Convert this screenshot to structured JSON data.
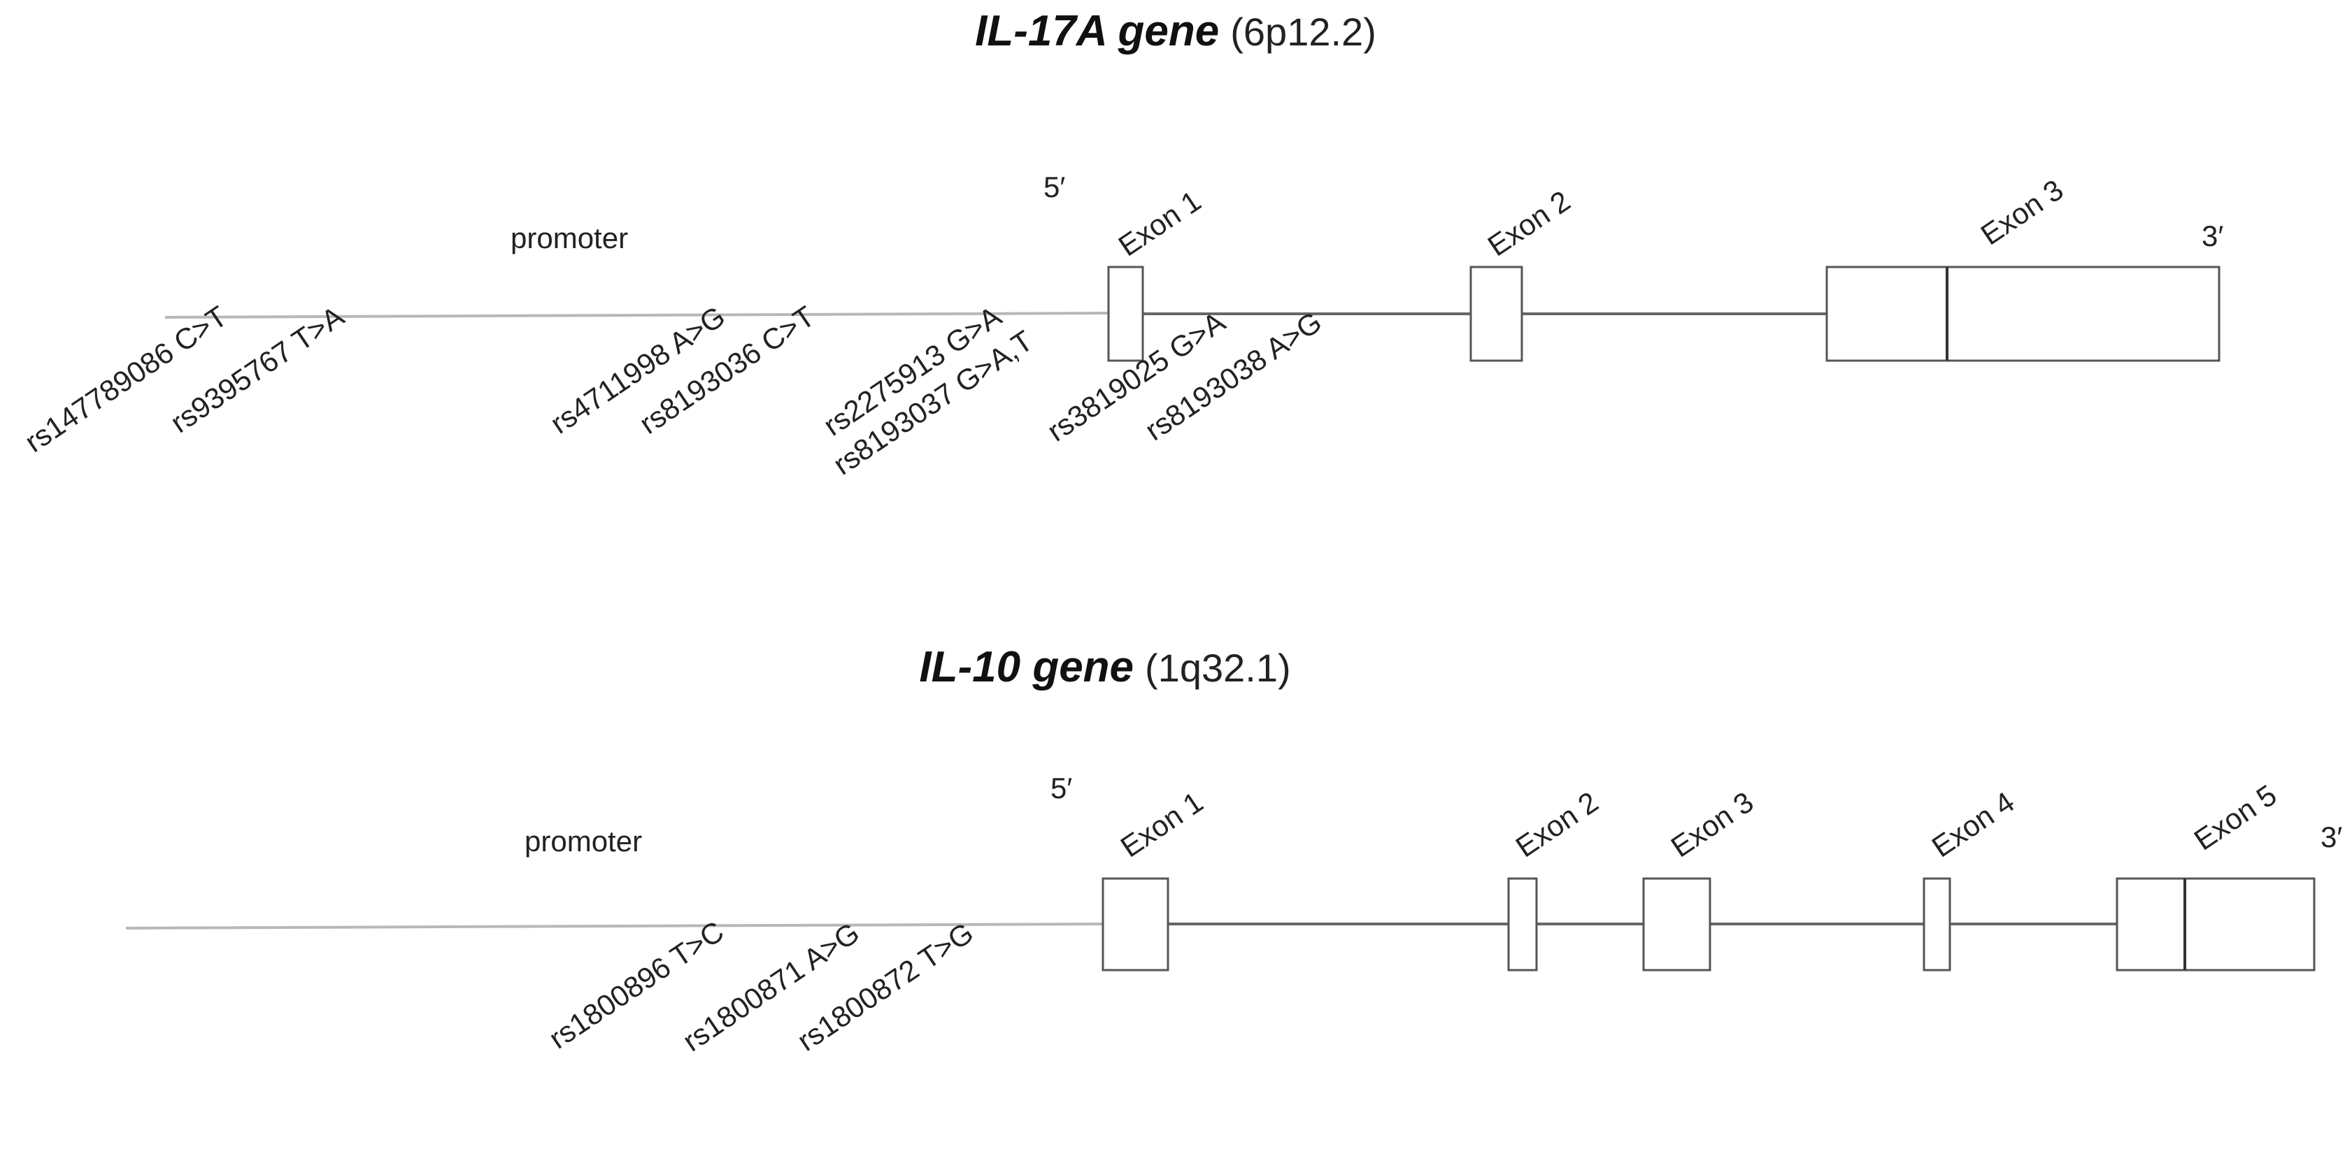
{
  "genes": [
    {
      "name": "IL-17A gene",
      "locus": "(6p12.2)",
      "promoter_label": "promoter",
      "five_prime": "5′",
      "three_prime": "3′",
      "exons": [
        "Exon 1",
        "Exon 2",
        "Exon 3"
      ],
      "snps": [
        "rs147789086 C>T",
        "rs9395767 T>A",
        "rs4711998 A>G",
        "rs8193036 C>T",
        "rs2275913 G>A",
        "rs8193037 G>A,T",
        "rs3819025 G>A",
        "rs8193038 A>G"
      ]
    },
    {
      "name": "IL-10  gene",
      "locus": "(1q32.1)",
      "promoter_label": "promoter",
      "five_prime": "5′",
      "three_prime": "3′",
      "exons": [
        "Exon 1",
        "Exon 2",
        "Exon 3",
        "Exon 4",
        "Exon 5"
      ],
      "snps": [
        "rs1800896 T>C",
        "rs1800871 A>G",
        "rs1800872 T>G"
      ]
    }
  ]
}
